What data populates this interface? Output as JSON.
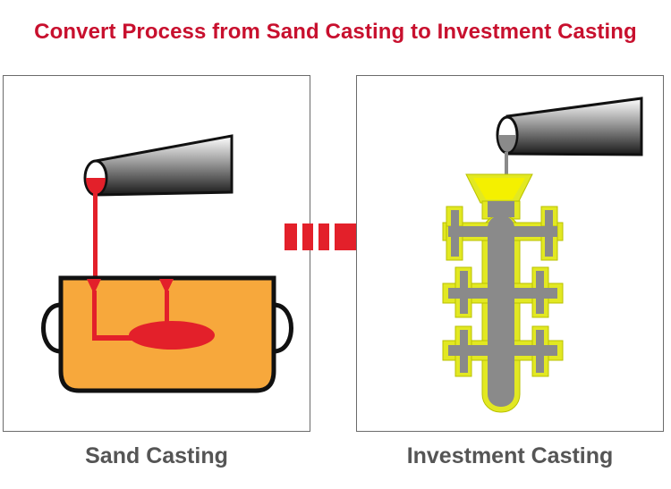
{
  "title": "Convert Process from Sand Casting to Investment Casting",
  "panels": [
    {
      "caption": "Sand Casting"
    },
    {
      "caption": "Investment Casting"
    }
  ],
  "colors": {
    "title": "#c8102e",
    "molten_metal": "#e3202a",
    "sand": "#f7a83c",
    "wax_tree": "#8a8a8a",
    "ceramic_shell": "#e2e822",
    "arrow": "#e3202a",
    "caption": "#555555"
  }
}
